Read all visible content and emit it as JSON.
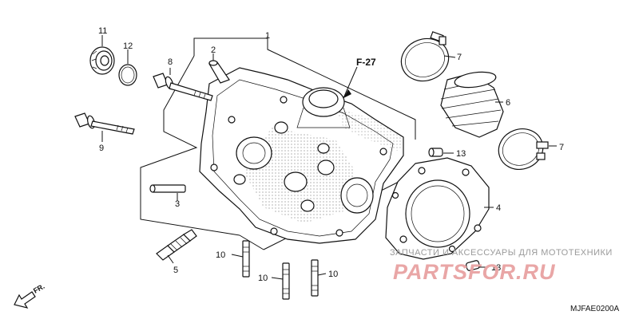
{
  "callouts": {
    "c1": "1",
    "c2": "2",
    "c3": "3",
    "c4": "4",
    "c5": "5",
    "c6": "6",
    "c7a": "7",
    "c7b": "7",
    "c8": "8",
    "c9": "9",
    "c10a": "10",
    "c10b": "10",
    "c10c": "10",
    "c11": "11",
    "c12": "12",
    "c13a": "13",
    "c13b": "13"
  },
  "reference": "F-27",
  "direction_label": "FR.",
  "diagram_code": "MJFAE0200A",
  "watermark": {
    "caption": "ЗАПЧАСТИ И АКСЕССУАРЫ ДЛЯ МОТОТЕХНИКИ",
    "brand": "PARTSFOR.RU"
  },
  "colors": {
    "line": "#111111",
    "watermark_brand": "#e9a6a6",
    "watermark_caption": "#9a9a9a"
  }
}
